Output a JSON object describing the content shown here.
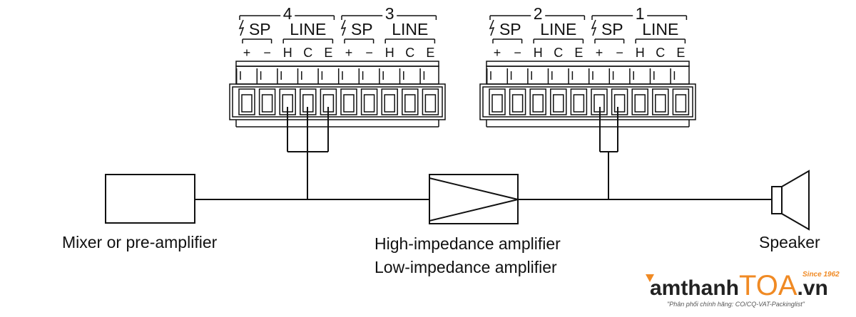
{
  "blocks": [
    {
      "channels": [
        {
          "number": "4",
          "sp": "SP",
          "line": "LINE",
          "pins": [
            "+",
            "−",
            "H",
            "C",
            "E"
          ]
        },
        {
          "number": "3",
          "sp": "SP",
          "line": "LINE",
          "pins": [
            "+",
            "−",
            "H",
            "C",
            "E"
          ]
        }
      ]
    },
    {
      "channels": [
        {
          "number": "2",
          "sp": "SP",
          "line": "LINE",
          "pins": [
            "+",
            "−",
            "H",
            "C",
            "E"
          ]
        },
        {
          "number": "1",
          "sp": "SP",
          "line": "LINE",
          "pins": [
            "+",
            "−",
            "H",
            "C",
            "E"
          ]
        }
      ]
    }
  ],
  "devices": {
    "mixer": "Mixer or pre-amplifier",
    "amp_high": "High-impedance amplifier",
    "amp_low": "Low-impedance amplifier",
    "speaker": "Speaker"
  },
  "logo": {
    "text_a": "amthanh",
    "text_b": "TOA",
    "text_c": ".vn",
    "since": "Since 1962",
    "tagline": "\"Phân phối chính hãng: CO/CQ-VAT-Packinglist\"",
    "color_dark": "#222222",
    "color_orange": "#f08a24"
  }
}
